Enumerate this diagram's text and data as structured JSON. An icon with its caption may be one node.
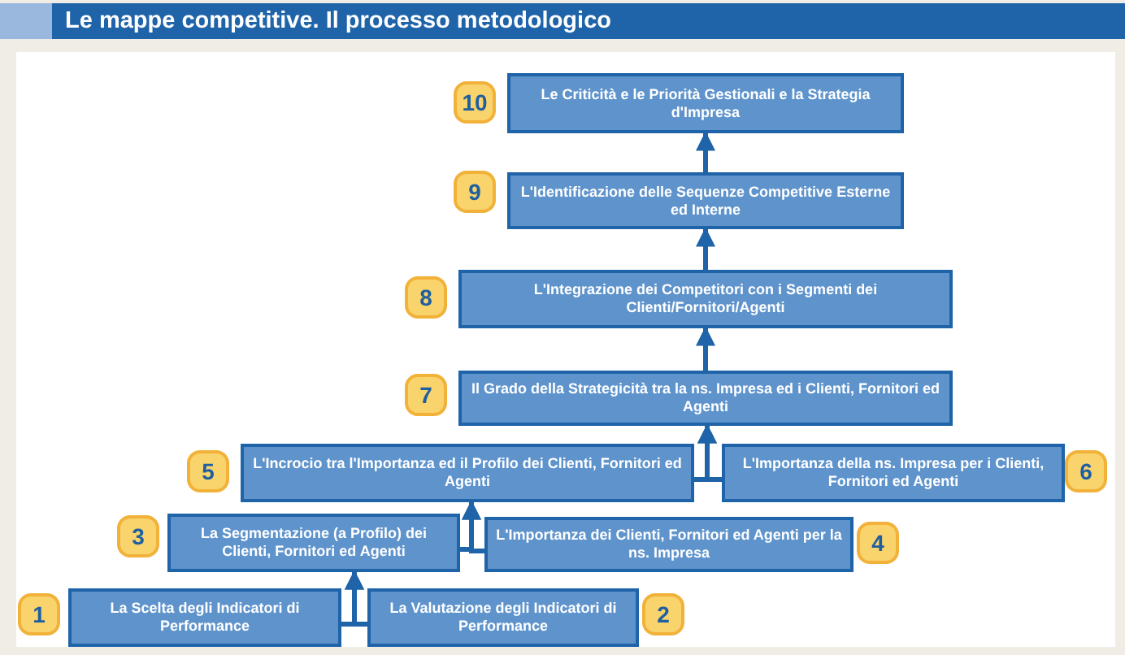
{
  "diagram": {
    "title": "Le mappe competitive. Il processo metodologico",
    "nodes": [
      {
        "text": [
          "Le Criticità e le Priorità Gestionali e la Strategia d'Impresa"
        ],
        "beside": [
          "10"
        ]
      },
      {
        "text": [
          "L'Identificazione delle Sequenze Competitive Esterne ed Interne"
        ],
        "beside": [
          "9"
        ]
      },
      {
        "text": [
          "L'Integrazione dei Competitori con i Segmenti dei Clienti/Fornitori/Agenti"
        ],
        "beside": [
          "8"
        ]
      },
      {
        "text": [
          "Il Grado della Strategicità tra la ns. Impresa ed i Clienti, Fornitori ed Agenti"
        ],
        "beside": [
          "7"
        ]
      },
      {
        "text": [
          "L'Incrocio tra l'Importanza ed il Profilo dei Clienti, Fornitori ed Agenti"
        ],
        "beside": [
          "5"
        ]
      },
      {
        "text": [
          "L'Importanza della ns. Impresa per i Clienti, Fornitori ed Agenti"
        ],
        "beside": [
          "6"
        ]
      },
      {
        "text": [
          "La Segmentazione (a Profilo) dei Clienti, Fornitori ed Agenti"
        ],
        "beside": [
          "3"
        ]
      },
      {
        "text": [
          "L'Importanza dei Clienti, Fornitori ed Agenti per la ns. Impresa"
        ],
        "beside": [
          "4"
        ]
      },
      {
        "text": [
          "La Scelta degli Indicatori di Performance"
        ],
        "beside": [
          "1"
        ]
      },
      {
        "text": [
          "La Valutazione degli Indicatori di Performance"
        ],
        "beside": [
          "2"
        ]
      }
    ],
    "edges": [
      {
        "from": 8,
        "to": 6,
        "arrow": "to"
      },
      {
        "from": 9,
        "to": 6,
        "arrow": "to"
      },
      {
        "from": 6,
        "to": 4,
        "arrow": "to"
      },
      {
        "from": 7,
        "to": 4,
        "arrow": "to"
      },
      {
        "from": 4,
        "to": 3,
        "arrow": "to"
      },
      {
        "from": 5,
        "to": 3,
        "arrow": "to"
      },
      {
        "from": 3,
        "to": 2,
        "arrow": "to"
      },
      {
        "from": 2,
        "to": 1,
        "arrow": "to"
      },
      {
        "from": 1,
        "to": 0,
        "arrow": "to"
      }
    ]
  }
}
